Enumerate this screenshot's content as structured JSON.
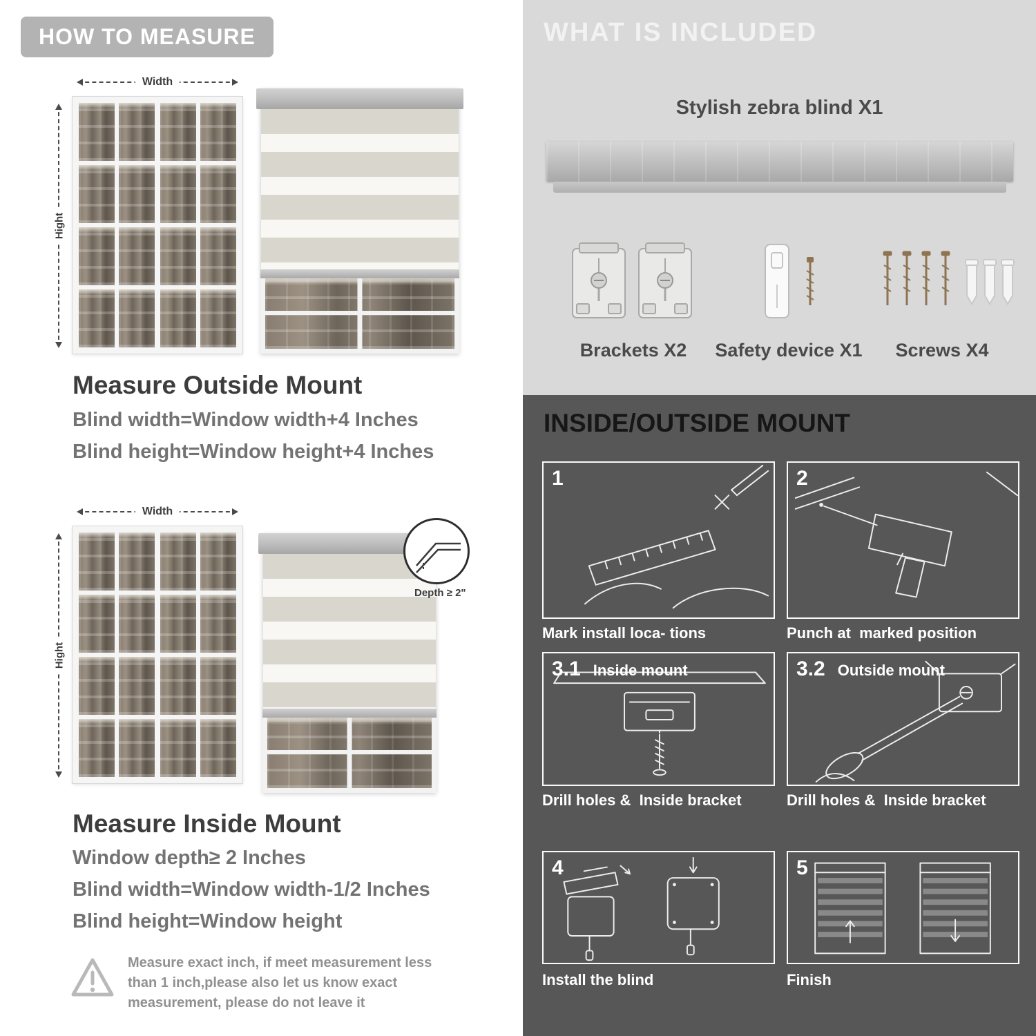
{
  "how_to_measure": {
    "badge": "HOW TO MEASURE",
    "outside_mount": {
      "width_label": "Width",
      "height_label": "Hight",
      "heading": "Measure Outside Mount",
      "rule1": "Blind width=Window width+4 Inches",
      "rule2": "Blind height=Window height+4 Inches"
    },
    "inside_mount": {
      "width_label": "Width",
      "height_label": "Hight",
      "depth_callout": "Depth ≥ 2\"",
      "heading": "Measure Inside Mount",
      "rule1": "Window depth≥ 2 Inches",
      "rule2": "Blind width=Window width-1/2 Inches",
      "rule3": "Blind height=Window height"
    },
    "note": "Measure exact inch, if meet measurement less than 1 inch,please also let us know exact measurement, please do not leave it"
  },
  "included": {
    "badge": "WHAT IS INCLUDED",
    "blind_label": "Stylish zebra blind X1",
    "items": [
      {
        "label": "Brackets X2"
      },
      {
        "label": "Safety device X1"
      },
      {
        "label": "Screws X4"
      }
    ]
  },
  "mount_guide": {
    "heading": "INSIDE/OUTSIDE MOUNT",
    "steps": [
      {
        "num": "1",
        "tag": "",
        "caption": "Mark install loca- tions"
      },
      {
        "num": "2",
        "tag": "",
        "caption": "Punch at  marked position"
      },
      {
        "num": "3.1",
        "tag": "Inside mount",
        "caption": "Drill holes &  Inside bracket"
      },
      {
        "num": "3.2",
        "tag": "Outside mount",
        "caption": "Drill holes &  Inside bracket"
      },
      {
        "num": "4",
        "tag": "",
        "caption": "Install the blind"
      },
      {
        "num": "5",
        "tag": "",
        "caption": "Finish"
      }
    ]
  }
}
